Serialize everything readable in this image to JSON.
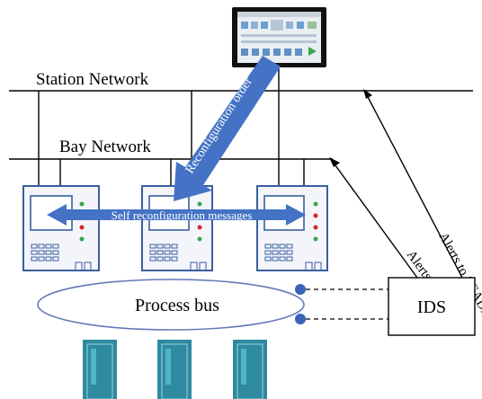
{
  "labels": {
    "station_network": "Station Network",
    "bay_network": "Bay Network",
    "process_bus": "Process bus",
    "ids": "IDS",
    "reconfiguration_order": "Reconfiguration order",
    "self_reconfiguration": "Self reconfiguration messages",
    "alerts_goose": "Alerts GOOSE",
    "alerts_scada": "Alerts to SCADA"
  },
  "colors": {
    "ied_frame": "#3a5f9e",
    "ied_body": "#f3f5fb",
    "arrow_blue": "#4472c4",
    "bus_ellipse": "#6478b8",
    "connector_dot": "#3a63b8",
    "merging_unit": "#2d8aa0",
    "led_red": "#d62828",
    "led_green": "#3aa64a",
    "hmi_bezel": "#111111"
  },
  "icons": [
    "hmi-screen-icon",
    "ied-icon",
    "merging-unit-icon"
  ]
}
